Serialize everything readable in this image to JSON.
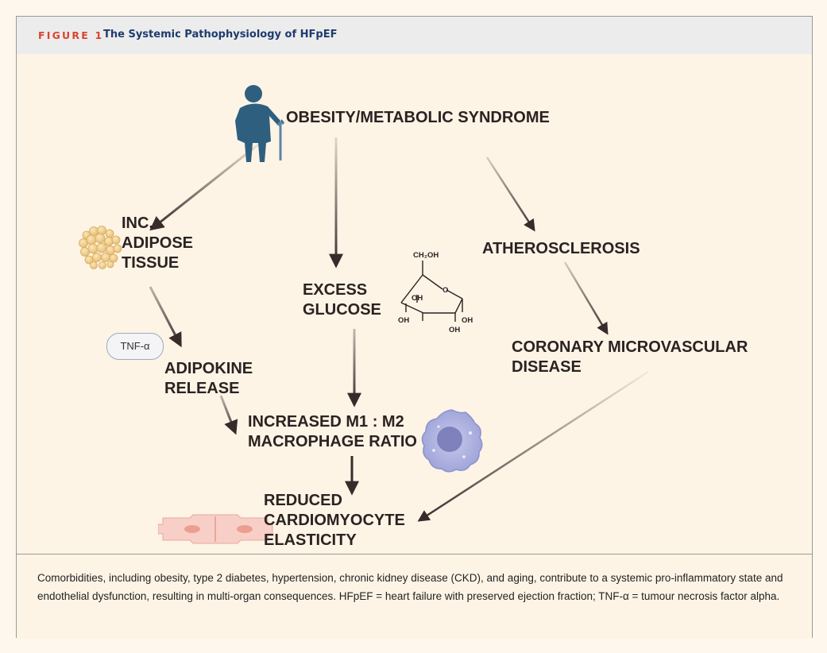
{
  "figure": {
    "number": "FIGURE 1",
    "title": "The Systemic Pathophysiology of HFpEF"
  },
  "nodes": {
    "obesity": "OBESITY/METABOLIC SYNDROME",
    "adipose": "INC.\nADIPOSE\nTISSUE",
    "glucose": "EXCESS\nGLUCOSE",
    "atherosclerosis": "ATHEROSCLEROSIS",
    "tnf_badge": "TNF-α",
    "adipokine": "ADIPOKINE\nRELEASE",
    "coronary": "CORONARY MICROVASCULAR\nDISEASE",
    "macrophage": "INCREASED M1 : M2\nMACROPHAGE RATIO",
    "reduced": "REDUCED\nCARDIOMYOCYTE\nELASTICITY"
  },
  "glucose_molecule": {
    "group_top": "CH₂OH",
    "ring_oxygen": "O",
    "oh_1": "OH",
    "oh_2": "OH",
    "oh_3": "OH",
    "oh_4": "OH"
  },
  "icons": [
    "elderly-person-icon",
    "adipose-cells-icon",
    "glucose-molecule-icon",
    "macrophage-icon",
    "cardiomyocyte-icon"
  ],
  "colors": {
    "figure_number": "#d9452f",
    "figure_title": "#1d3b6e",
    "arrow": "#3a2a2a",
    "background": "#fdf4e6"
  },
  "caption": "Comorbidities, including obesity, type 2 diabetes, hypertension, chronic kidney disease (CKD), and aging, contribute to a systemic pro-inflammatory state and endothelial dysfunction, resulting in multi-organ consequences. HFpEF = heart failure with preserved ejection fraction; TNF-α = tumour necrosis factor alpha."
}
